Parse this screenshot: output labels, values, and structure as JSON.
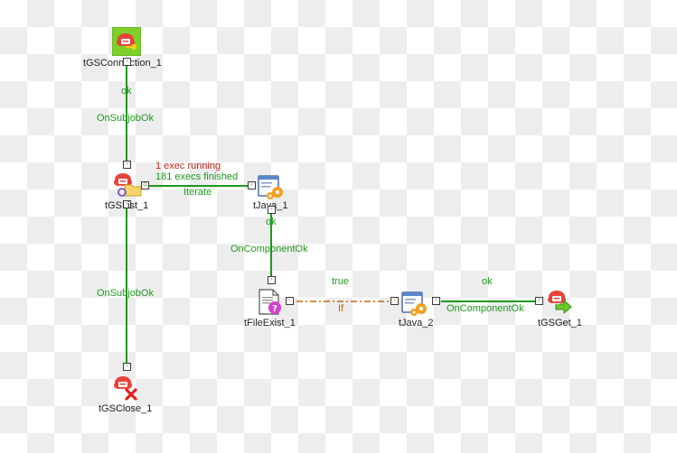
{
  "components": {
    "gs_connection": {
      "label": "tGSConnection_1",
      "icon": "cloud-key-icon"
    },
    "gs_list": {
      "label": "tGSList_1",
      "icon": "cloud-list-icon"
    },
    "java_1": {
      "label": "tJava_1",
      "icon": "java-gear-icon"
    },
    "file_exist": {
      "label": "tFileExist_1",
      "icon": "file-question-icon"
    },
    "java_2": {
      "label": "tJava_2",
      "icon": "java-gear-icon"
    },
    "gs_get": {
      "label": "tGSGet_1",
      "icon": "cloud-arrow-icon"
    },
    "gs_close": {
      "label": "tGSClose_1",
      "icon": "cloud-close-icon"
    }
  },
  "links": {
    "conn_to_list": {
      "ok": "ok",
      "type": "OnSubjobOk"
    },
    "list_to_java1": {
      "running": "1 exec running",
      "finished": "181 execs finished",
      "type": "Iterate"
    },
    "java1_to_fileexist": {
      "ok": "ok",
      "type": "OnComponentOk"
    },
    "fileexist_to_java2": {
      "condition": "true",
      "type": "If"
    },
    "java2_to_gsget": {
      "ok": "ok",
      "type": "OnComponentOk"
    },
    "list_to_close": {
      "type": "OnSubjobOk"
    }
  },
  "colors": {
    "ok_link": "#1d9a1d",
    "if_link": "#c06a10",
    "running": "#c0281c"
  }
}
